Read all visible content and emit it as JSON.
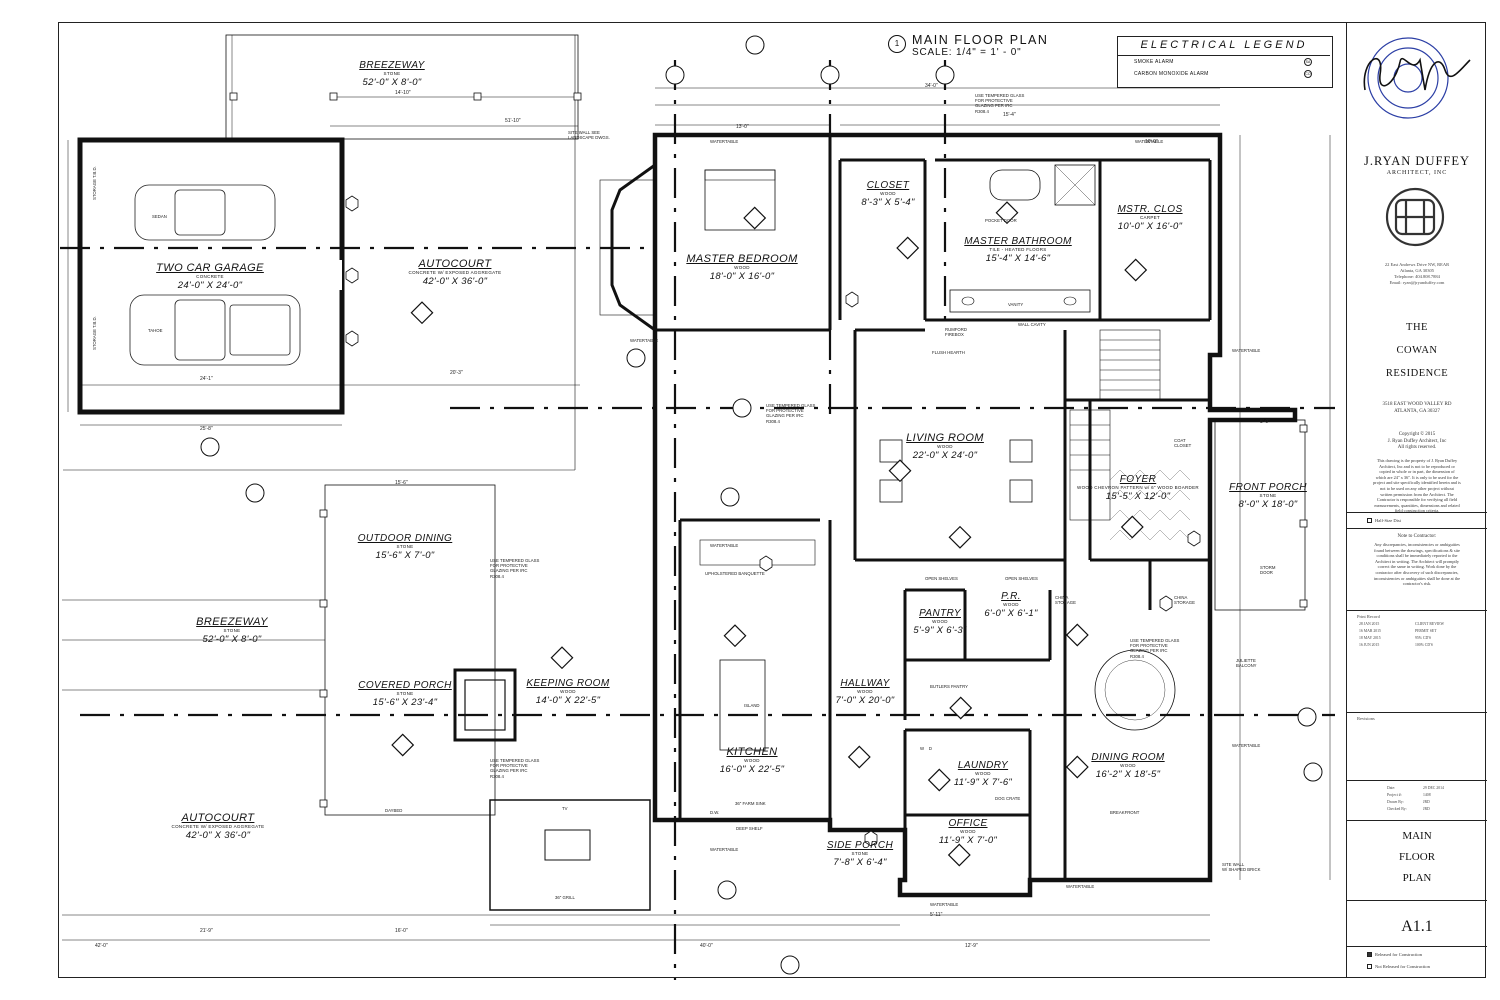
{
  "plan": {
    "number": "1",
    "title": "MAIN FLOOR PLAN",
    "scale": "SCALE: 1/4\" = 1' - 0\""
  },
  "legend": {
    "title": "ELECTRICAL LEGEND",
    "items": [
      {
        "label": "SMOKE ALARM",
        "symbol": "SA"
      },
      {
        "label": "CARBON MONOXIDE ALARM",
        "symbol": "CO"
      }
    ]
  },
  "rooms": {
    "breezeway_top": {
      "name": "BREEZEWAY",
      "material": "STONE",
      "dims": "52'-0\" X 8'-0\""
    },
    "garage": {
      "name": "TWO CAR GARAGE",
      "material": "CONCRETE",
      "dims": "24'-0\" X 24'-0\""
    },
    "autocourt_top": {
      "name": "AUTOCOURT",
      "material": "CONCRETE W/ EXPOSED AGGREGATE",
      "dims": "42'-0\" X 36'-0\""
    },
    "master_bedroom": {
      "name": "MASTER BEDROOM",
      "material": "WOOD",
      "dims": "18'-0\" X 16'-0\""
    },
    "closet": {
      "name": "CLOSET",
      "material": "WOOD",
      "dims": "8'-3\" X 5'-4\""
    },
    "master_bath": {
      "name": "MASTER BATHROOM",
      "material": "TILE - HEATED FLOORS",
      "dims": "15'-4\" X 14'-6\""
    },
    "mstr_clos": {
      "name": "MSTR. CLOS",
      "material": "CARPET",
      "dims": "10'-0\" X 16'-0\""
    },
    "living": {
      "name": "LIVING ROOM",
      "material": "WOOD",
      "dims": "22'-0\" X 24'-0\""
    },
    "foyer": {
      "name": "FOYER",
      "material": "WOOD CHEVRON PATTERN w/ 6\" WOOD BOARDER",
      "dims": "15'-5\" X 12'-0\""
    },
    "front_porch": {
      "name": "FRONT PORCH",
      "material": "STONE",
      "dims": "8'-0\" X 18'-0\""
    },
    "outdoor_dining": {
      "name": "OUTDOOR DINING",
      "material": "STONE",
      "dims": "15'-6\" X 7'-0\""
    },
    "breezeway_bottom": {
      "name": "BREEZEWAY",
      "material": "STONE",
      "dims": "52'-0\" X 8'-0\""
    },
    "covered_porch": {
      "name": "COVERED PORCH",
      "material": "STONE",
      "dims": "15'-6\" X 23'-4\""
    },
    "keeping": {
      "name": "KEEPING ROOM",
      "material": "WOOD",
      "dims": "14'-0\" X 22'-5\""
    },
    "kitchen": {
      "name": "KITCHEN",
      "material": "WOOD",
      "dims": "16'-0\" X 22'-5\""
    },
    "hallway": {
      "name": "HALLWAY",
      "material": "WOOD",
      "dims": "7'-0\" X 20'-0\""
    },
    "pantry": {
      "name": "PANTRY",
      "material": "WOOD",
      "dims": "5'-9\" X 6'-3\""
    },
    "pr": {
      "name": "P.R.",
      "material": "WOOD",
      "dims": "6'-0\" X 6'-1\""
    },
    "laundry": {
      "name": "LAUNDRY",
      "material": "WOOD",
      "dims": "11'-9\" X 7'-6\""
    },
    "dining": {
      "name": "DINING ROOM",
      "material": "WOOD",
      "dims": "16'-2\" X 18'-5\""
    },
    "office": {
      "name": "OFFICE",
      "material": "WOOD",
      "dims": "11'-9\" X 7'-0\""
    },
    "side_porch": {
      "name": "SIDE PORCH",
      "material": "STONE",
      "dims": "7'-8\" X 6'-4\""
    },
    "autocourt_bottom": {
      "name": "AUTOCOURT",
      "material": "CONCRETE W/ EXPOSED AGGREGATE",
      "dims": "42'-0\" X 36'-0\""
    }
  },
  "notes": {
    "tempered_1": "USE TEMPERED GLASS\nFOR PROTECTIVE\nGLAZING PER IRC\nR308.4",
    "site_wall": "SITE WALL SEE\nLANDSCAPE DWGS.",
    "watertable": "WATERTABLE",
    "vanity": "VANITY",
    "wall_cavity": "WALL CAVITY",
    "rumford": "RUMFORD\nFIREBOX",
    "flush_hearth": "FLUSH HEARTH",
    "upholstered": "UPHOLSTERED BANQUETTE",
    "open_shelves": "OPEN SHELVES",
    "butlers": "BUTLERS PANTRY",
    "farm_sink": "36\" FARM SINK",
    "deep_shelf": "DEEP SHELF",
    "island": "ISLAND",
    "daybed": "DAYBED",
    "grill": "36\" GRILL",
    "tv": "TV",
    "china": "CHINA\nSTORAGE",
    "coat": "COAT\nCLOSET",
    "storm": "STORM\nDOOR",
    "juliette": "JULIETTE\nBALCONY",
    "breakfront": "BREAKFRONT",
    "dog_crate": "DOG CRATE",
    "sedan": "SEDAN",
    "tahoe": "TAHOE",
    "storage_tbd": "STORAGE T.B.D.",
    "site_wall_brick": "SITE WALL\nW/ SHAPED BRICK",
    "pocket_door": "POCKET DOOR",
    "dw": "D.W.",
    "wd": "W    D"
  },
  "dims": {
    "d40": "40'-0\"",
    "d42": "42'-0\"",
    "d21": "21'-9\"",
    "d16": "16'-0\"",
    "d12": "12'-9\"",
    "d5": "5'-11\"",
    "d34": "34'-0\"",
    "d25": "25'-8\"",
    "d24": "24'-1\"",
    "d20": "20'-3\"",
    "d51": "51'-10\"",
    "d14": "14'-10\"",
    "d13": "13'-0\"",
    "d154": "15'-4\"",
    "d100": "10'-0\"",
    "d156": "15'-6\"",
    "d80": "8'-0\""
  },
  "title_block": {
    "firm": "J.RYAN DUFFEY",
    "firm_sub": "ARCHITECT, INC",
    "address": "22 East Andrews Drive NW, REAR\nAtlanta, GA 30305\nTelephone: 404.808.7884\nEmail: ryan@jryanduffey.com",
    "project_line1": "THE",
    "project_line2": "COWAN",
    "project_line3": "RESIDENCE",
    "project_addr": "3518 EAST WOOD VALLEY RD\nATLANTA, GA 30327",
    "copyright": "Copyright © 2015\nJ. Ryan Duffey Architect, Inc\nAll rights reserved.",
    "property": "This drawing is the property of J. Ryan Duffey\nArchitect, Inc and is not to be reproduced or\ncopied in whole or in part, the dimension of\nwhich are 24\" x 36\". It is only to be used for the\nproject and site specifically identified herein and is\nnot to be used on any other project without\nwritten permission from the Architect. The\nContractor is responsible for verifying all field\nmeasurements, quantities, dimensions and related\nfield construction criteria.",
    "half_size": "Half-Size Dist",
    "note_title": "Note to Contractor:",
    "note_body": "Any discrepancies, inconsistencies or ambiguities\nfound between the drawings, specifications & site\nconditions shall be immediately reported to the\nArchitect in writing. The Architect will promptly\ncorrect the same in writing. Work done by the\ncontractor after discovery of such discrepancies,\ninconsistencies or ambiguities shall be done at the\ncontractor's risk.",
    "print_record": "Print Record",
    "print_rows": [
      {
        "date": "28 JAN 2015",
        "desc": "CLIENT REVIEW"
      },
      {
        "date": "16 MAR 2015",
        "desc": "PERMIT SET"
      },
      {
        "date": "18 MAY 2015",
        "desc": "95% CD'S"
      },
      {
        "date": "16 JUN 2015",
        "desc": "100% CD'S"
      }
    ],
    "revisions": "Revisions",
    "date_label": "Date:",
    "date_val": "29 DEC 2014",
    "project_label": "Project #:",
    "project_val": "1408",
    "drawn_label": "Drawn By:",
    "drawn_val": "JRD",
    "checked_label": "Checked By:",
    "checked_val": "JRD",
    "sheet_title1": "MAIN",
    "sheet_title2": "FLOOR",
    "sheet_title3": "PLAN",
    "sheet_num": "A1.1",
    "released": "Released for Construction",
    "not_released": "Not Released for Construction"
  }
}
